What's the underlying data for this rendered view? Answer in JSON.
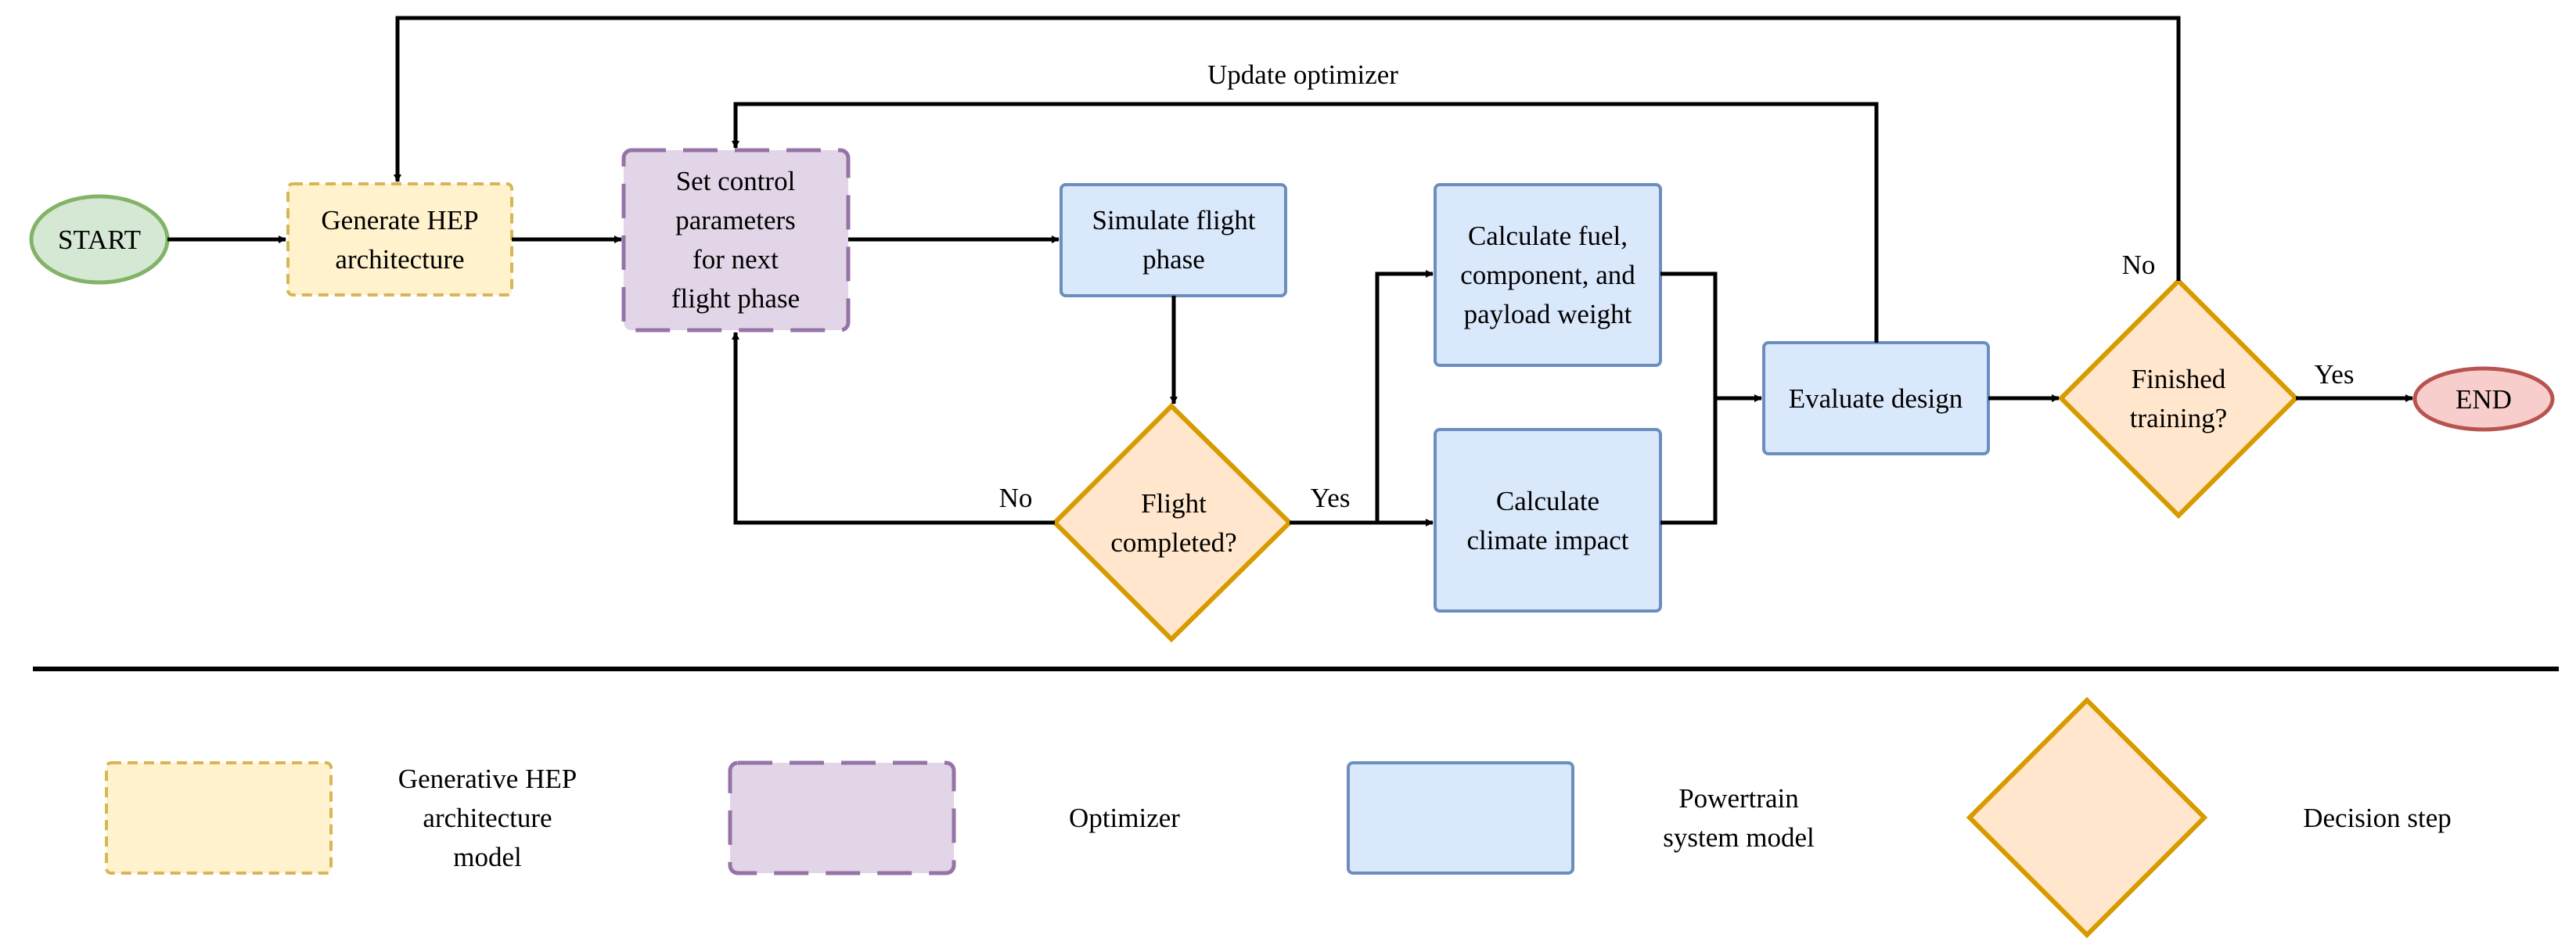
{
  "nodes": {
    "start": {
      "label": [
        "START"
      ]
    },
    "generate": {
      "label": [
        "Generate HEP",
        "architecture"
      ]
    },
    "set_control": {
      "label": [
        "Set control",
        "parameters",
        "for next",
        "flight phase"
      ]
    },
    "simulate": {
      "label": [
        "Simulate flight",
        "phase"
      ]
    },
    "flight_completed": {
      "label": [
        "Flight",
        "completed?"
      ]
    },
    "calc_fuel": {
      "label": [
        "Calculate fuel,",
        "component, and",
        "payload weight"
      ]
    },
    "calc_climate": {
      "label": [
        "Calculate",
        "climate impact"
      ]
    },
    "evaluate": {
      "label": [
        "Evaluate design"
      ]
    },
    "finished": {
      "label": [
        "Finished",
        "training?"
      ]
    },
    "end": {
      "label": [
        "END"
      ]
    }
  },
  "edge_labels": {
    "update_optimizer": "Update optimizer",
    "flight_no": "No",
    "flight_yes": "Yes",
    "finished_no": "No",
    "finished_yes": "Yes"
  },
  "legend": [
    {
      "key": "generative",
      "label": [
        "Generative HEP",
        "architecture",
        "model"
      ]
    },
    {
      "key": "optimizer",
      "label": [
        "Optimizer"
      ]
    },
    {
      "key": "powertrain",
      "label": [
        "Powertrain",
        "system model"
      ]
    },
    {
      "key": "decision",
      "label": [
        "Decision step"
      ]
    }
  ],
  "colors": {
    "start_fill": "#d5e8d4",
    "start_stroke": "#82b366",
    "generative_fill": "#fff2cc",
    "generative_stroke": "#d6b656",
    "optimizer_fill": "#e1d5e7",
    "optimizer_stroke": "#9673a6",
    "powertrain_fill": "#dae8fc",
    "powertrain_stroke": "#6c8ebf",
    "decision_fill": "#ffe6cc",
    "decision_stroke": "#d79b00",
    "end_fill": "#f8cecc",
    "end_stroke": "#b85450",
    "line": "#000000"
  }
}
